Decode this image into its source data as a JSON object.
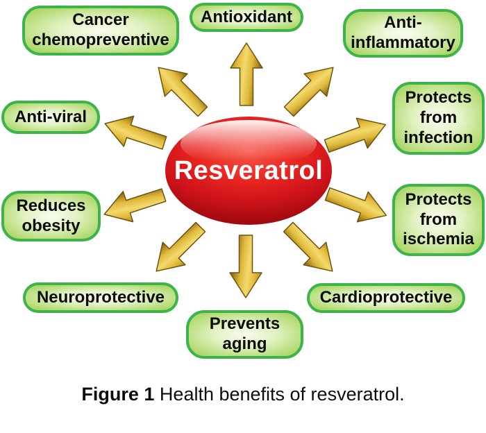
{
  "diagram": {
    "center": {
      "label": "Resveratrol"
    },
    "benefits": [
      {
        "label": "Cancer\nchemopreventive"
      },
      {
        "label": "Antioxidant"
      },
      {
        "label": "Anti-\ninflammatory"
      },
      {
        "label": "Anti-viral"
      },
      {
        "label": "Protects\nfrom\ninfection"
      },
      {
        "label": "Reduces\nobesity"
      },
      {
        "label": "Protects\nfrom\nischemia"
      },
      {
        "label": "Neuroprotective"
      },
      {
        "label": "Prevents\naging"
      },
      {
        "label": "Cardioprotective"
      }
    ],
    "arrow_icons": [
      "arrow-up-icon",
      "arrow-up-left-icon",
      "arrow-up-right-icon",
      "arrow-left-up-icon",
      "arrow-right-up-icon",
      "arrow-left-down-icon",
      "arrow-right-down-icon",
      "arrow-down-left-icon",
      "arrow-down-icon",
      "arrow-down-right-icon"
    ]
  },
  "caption": {
    "bold": "Figure 1",
    "rest": " Health benefits of resveratrol."
  },
  "colors": {
    "box_border": "#3cb44a",
    "box_fill_center": "#f8fcee",
    "box_fill_edge": "#9ed054",
    "arrow_gold_light": "#f3d96e",
    "arrow_gold_dark": "#8a6410",
    "ellipse_red": "#e01b20",
    "label_text": "#0c0c0c",
    "center_text": "#ffffff"
  }
}
